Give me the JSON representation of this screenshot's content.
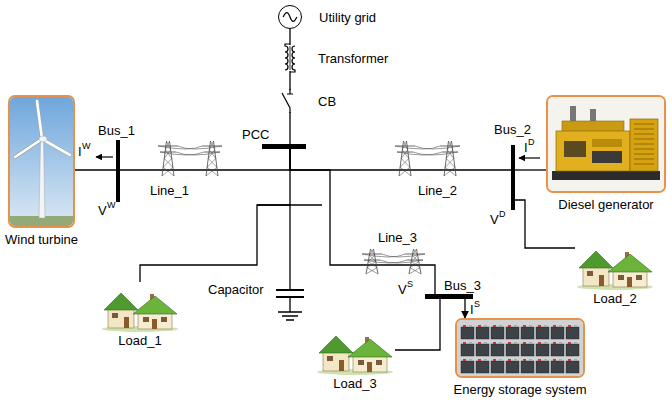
{
  "diagram": {
    "nodes": [
      {
        "text": [
          "Utility grid"
        ]
      },
      {
        "text": [
          "PCC"
        ]
      },
      {
        "text": [
          "Bus_1"
        ]
      },
      {
        "text": [
          "Bus_2"
        ]
      },
      {
        "text": [
          "Wind turbine"
        ]
      },
      {
        "text": [
          "Diesel generator"
        ]
      },
      {
        "text": [
          "Load_1"
        ]
      },
      {
        "text": [
          "Bus_3"
        ]
      },
      {
        "text": [
          "Load_2"
        ]
      },
      {
        "text": [
          "Load_3"
        ]
      },
      {
        "text": [
          "Energy storage system"
        ]
      }
    ],
    "edges": [
      {
        "from": 0,
        "to": 1,
        "arrow": "none"
      },
      {
        "from": 2,
        "to": 4,
        "arrow": "none"
      },
      {
        "from": 2,
        "to": 1,
        "label": "Line_1",
        "arrow": "none"
      },
      {
        "from": 1,
        "to": 3,
        "label": "Line_2",
        "arrow": "none"
      },
      {
        "from": 3,
        "to": 5,
        "arrow": "none"
      },
      {
        "from": 1,
        "to": 6,
        "arrow": "none"
      },
      {
        "from": 3,
        "to": 8,
        "arrow": "none"
      },
      {
        "from": 1,
        "to": 7,
        "label": "Line_3",
        "arrow": "none"
      },
      {
        "from": 7,
        "to": 9,
        "arrow": "none"
      },
      {
        "from": 7,
        "to": 10,
        "arrow": "to"
      }
    ],
    "labels": [
      "Transformer",
      "CB",
      "I",
      "W",
      "V",
      "W",
      "I",
      "D",
      "V",
      "D",
      "Capacitor",
      "V",
      "S",
      "I",
      "S"
    ]
  }
}
